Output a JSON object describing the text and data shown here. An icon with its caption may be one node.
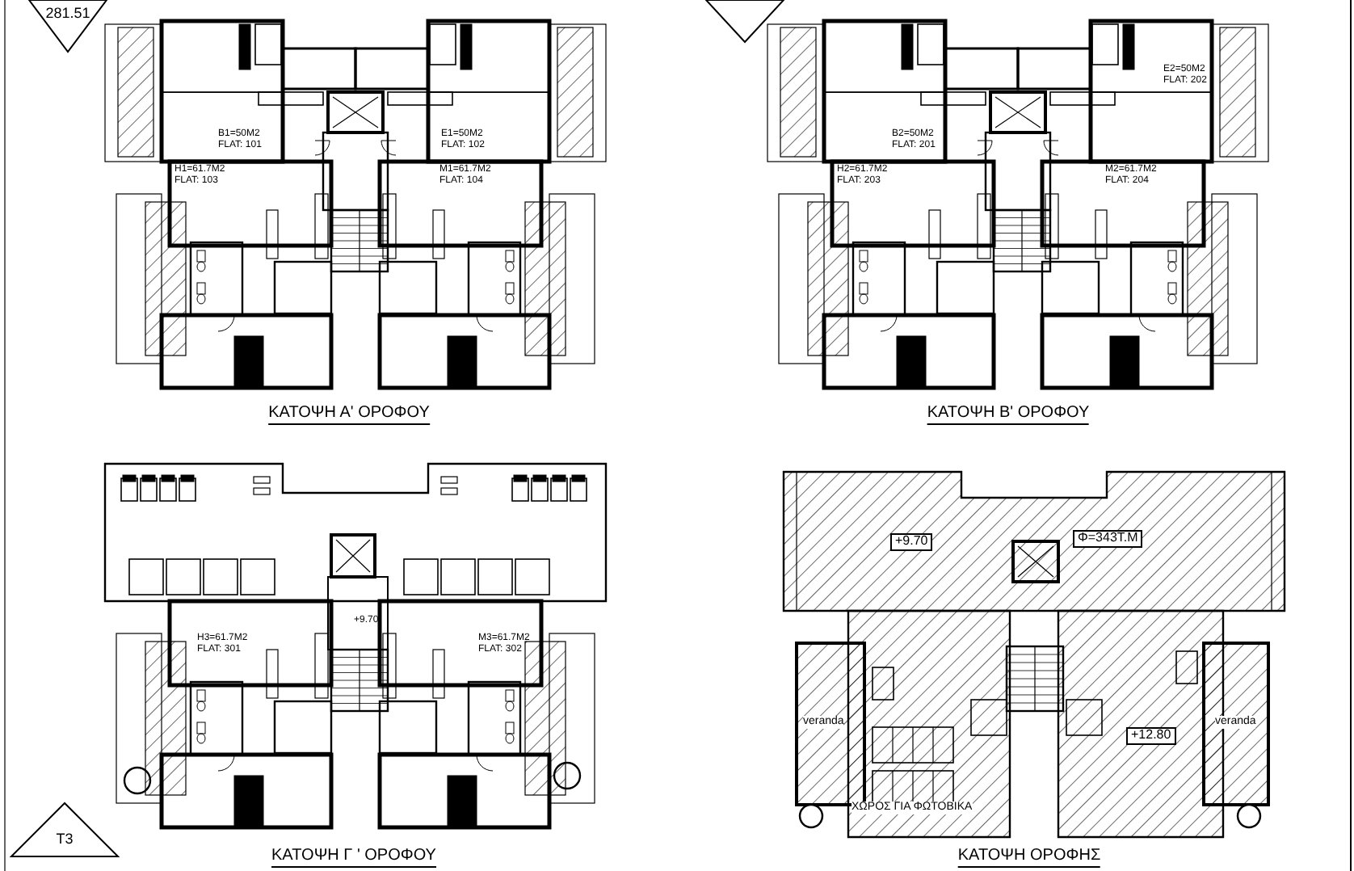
{
  "diagram": {
    "labels": [
      "281.51",
      "Β1=50Μ2 FLAT: 101",
      "Ε1=50Μ2 FLAT: 102",
      "Η1=61.7Μ2 FLAT: 103",
      "Μ1=61.7Μ2 FLAT: 104",
      "ΚΑΤΟΨΗ Α' ΟΡΟΦΟΥ",
      "Ε2=50Μ2 FLAT: 202",
      "Β2=50Μ2 FLAT: 201",
      "Η2=61.7Μ2 FLAT: 203",
      "Μ2=61.7Μ2 FLAT: 204",
      "ΚΑΤΟΨΗ Β' ΟΡΟΦΟΥ",
      "Η3=61.7Μ2 FLAT: 301",
      "+9.70",
      "Μ3=61.7Μ2 FLAT: 302",
      "ΚΑΤΟΨΗ Γ ' ΟΡΟΦΟΥ",
      "+9.70",
      "Φ=343Τ.Μ",
      "veranda",
      "veranda",
      "+12.80",
      "ΧΩΡΟΣ ΓΙΑ ΦΩΤΟΒΙΚΑ",
      "ΚΑΤΟΨΗ ΟΡΟΦΗΣ",
      "T3"
    ]
  }
}
